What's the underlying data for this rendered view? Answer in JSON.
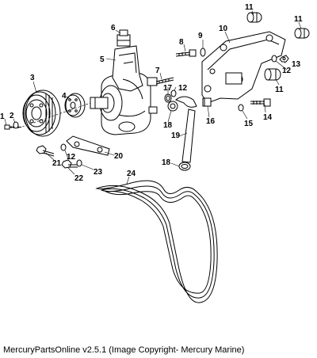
{
  "diagram": {
    "callouts": {
      "c1": "1",
      "c2": "2",
      "c3": "3",
      "c4": "4",
      "c5": "5",
      "c6": "6",
      "c7": "7",
      "c8": "8",
      "c9": "9",
      "c10": "10",
      "c11a": "11",
      "c11b": "11",
      "c11c": "11",
      "c12a": "12",
      "c12b": "12",
      "c12c": "12",
      "c13": "13",
      "c14": "14",
      "c15": "15",
      "c16": "16",
      "c17": "17",
      "c18a": "18",
      "c18b": "18",
      "c19": "19",
      "c20": "20",
      "c21": "21",
      "c22": "22",
      "c23": "23",
      "c24": "24"
    }
  },
  "footer": {
    "caption": "MercuryPartsOnline v2.5.1 (Image Copyright- Mercury Marine)"
  }
}
